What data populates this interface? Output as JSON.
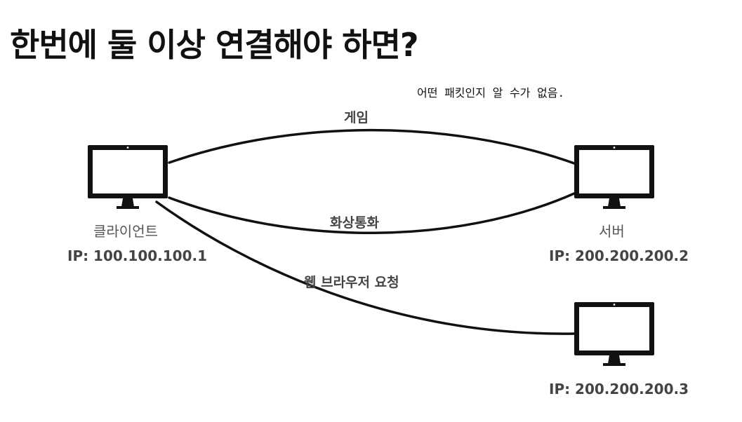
{
  "title": "한번에 둘 이상 연결해야 하면?",
  "note": "어떤 패킷인지 알 수가 없음.",
  "links": {
    "game": "게임",
    "video_call": "화상통화",
    "web_request": "웹 브라우저 요청"
  },
  "nodes": {
    "client": {
      "name": "클라이언트",
      "ip": "IP: 100.100.100.1"
    },
    "server": {
      "name": "서버",
      "ip": "IP: 200.200.200.2"
    },
    "server2": {
      "ip": "IP: 200.200.200.3"
    }
  },
  "icons": {
    "computer": "monitor-icon"
  },
  "colors": {
    "line": "#111111",
    "label": "#444444"
  }
}
